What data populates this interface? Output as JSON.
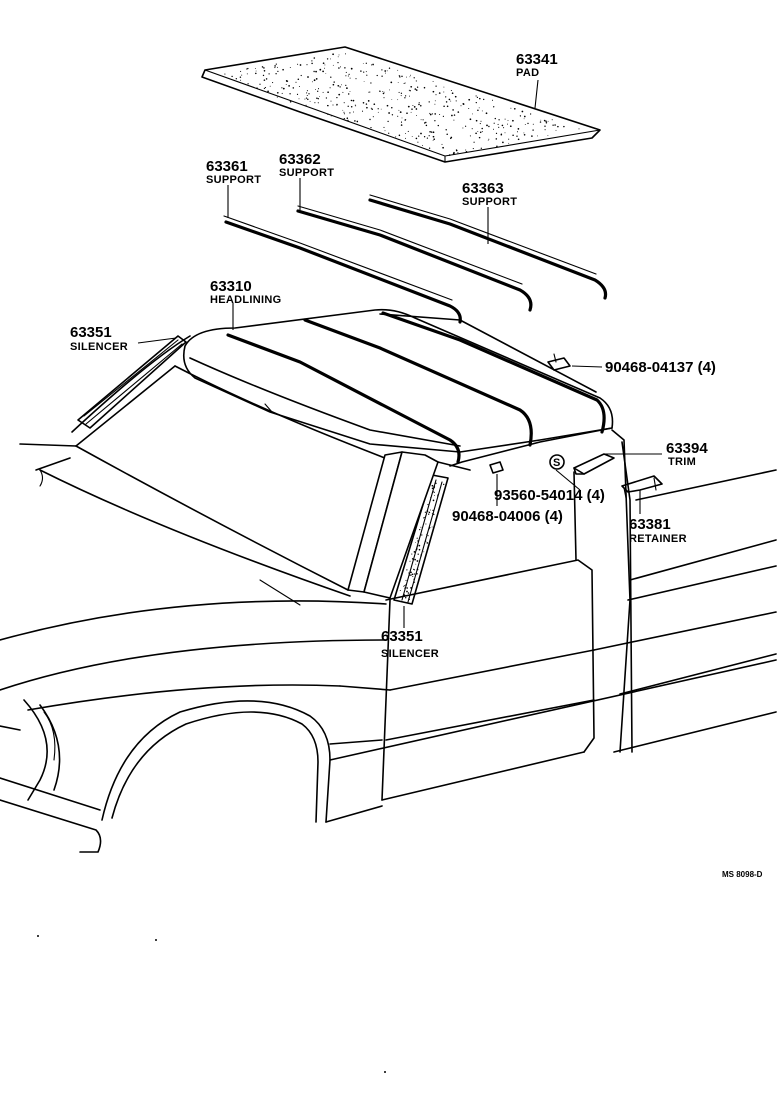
{
  "diagram": {
    "callouts": {
      "pad": {
        "number": "63341",
        "name": "PAD"
      },
      "support_left": {
        "number": "63361",
        "name": "SUPPORT"
      },
      "support_center": {
        "number": "63362",
        "name": "SUPPORT"
      },
      "support_right": {
        "number": "63363",
        "name": "SUPPORT"
      },
      "headlining": {
        "number": "63310",
        "name": "HEADLINING"
      },
      "silencer_upper": {
        "number": "63351",
        "name": "SILENCER"
      },
      "silencer_lower": {
        "number": "63351",
        "name": "SILENCER"
      },
      "trim": {
        "number": "63394",
        "name": "TRIM"
      },
      "retainer": {
        "number": "63381",
        "name": "RETAINER"
      },
      "clip": {
        "number": "90468-04137 (4)"
      },
      "screw": {
        "number": "93560-54014 (4)"
      },
      "clip_lower": {
        "number": "90468-04006 (4)"
      }
    },
    "screw_mark": "S",
    "diagram_code": "MS 8098-D"
  }
}
